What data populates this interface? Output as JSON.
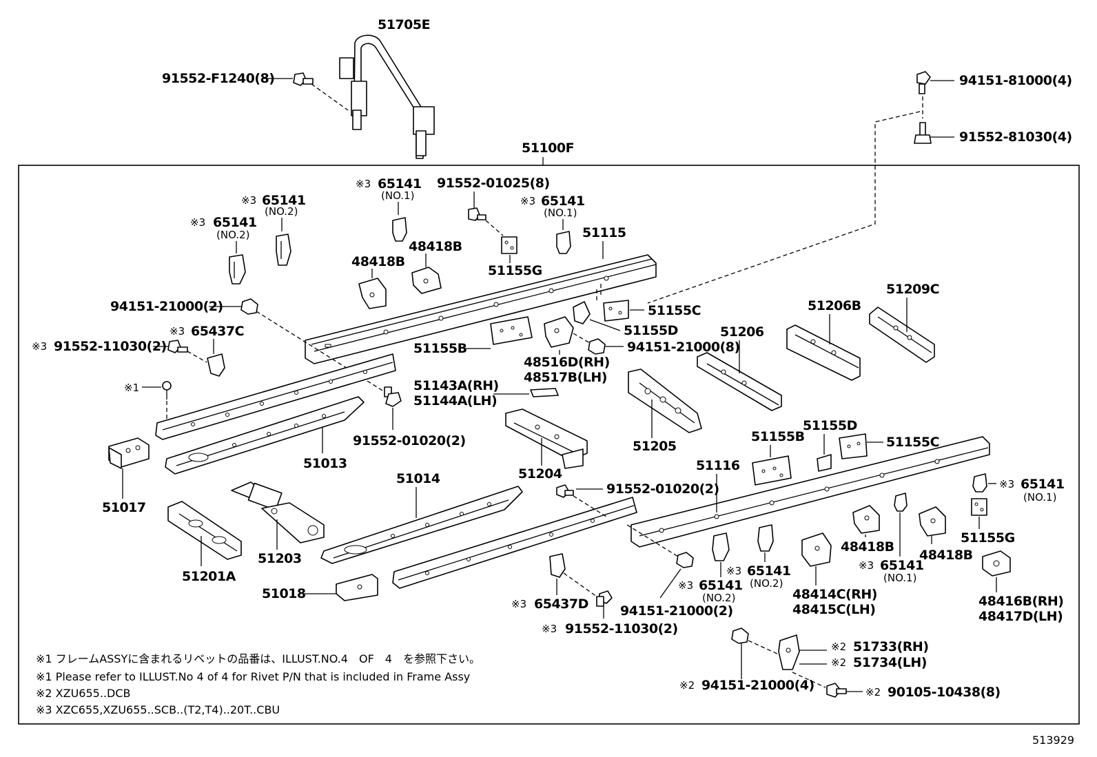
{
  "diagram": {
    "frame_label": "51100F",
    "ref_number": "513929",
    "labels": {
      "l51705E": "51705E",
      "l91552F1240": "91552-F1240(8)",
      "l9415181000": "94151-81000(4)",
      "l9155281030": "91552-81030(4)",
      "l65141_no2_a": "65141",
      "l65141_no2_a_sub": "(NO.2)",
      "l65141_no2_b": "65141",
      "l65141_no2_b_sub": "(NO.2)",
      "l65141_no1_a": "65141",
      "l65141_no1_a_sub": "(NO.1)",
      "l9155201025": "91552-01025(8)",
      "l65141_no1_b": "65141",
      "l65141_no1_b_sub": "(NO.1)",
      "l51115": "51115",
      "l48418B_a": "48418B",
      "l48418B_b": "48418B",
      "l51155G_a": "51155G",
      "l9415121000_a": "94151-21000(2)",
      "l51155C_a": "51155C",
      "l51155D_a": "51155D",
      "l65437C": "65437C",
      "l9155211030_a": "91552-11030(2)",
      "l51155B_a": "51155B",
      "l9415121000_b": "94151-21000(8)",
      "l48516D": "48516D(RH)",
      "l48517B": "48517B(LH)",
      "l51209C": "51209C",
      "l51206B": "51206B",
      "l51206": "51206",
      "l51143A": "51143A(RH)",
      "l51144A": "51144A(LH)",
      "l9155201020_a": "91552-01020(2)",
      "l51013": "51013",
      "l51205": "51205",
      "l51155B_b": "51155B",
      "l51155D_b": "51155D",
      "l51155C_b": "51155C",
      "l51017": "51017",
      "l51204": "51204",
      "l51116": "51116",
      "l51014": "51014",
      "l9155201020_b": "91552-01020(2)",
      "l65141_no1_c": "65141",
      "l65141_no1_c_sub": "(NO.1)",
      "l51203": "51203",
      "l51201A": "51201A",
      "l48418B_c": "48418B",
      "l48418B_d": "48418B",
      "l65141_no1_d": "65141",
      "l65141_no1_d_sub": "(NO.1)",
      "l51155G_b": "51155G",
      "l65141_no2_c": "65141",
      "l65141_no2_c_sub": "(NO.2)",
      "l65141_no2_d": "65141",
      "l65141_no2_d_sub": "(NO.2)",
      "l48414C": "48414C(RH)",
      "l48415C": "48415C(LH)",
      "l48416B": "48416B(RH)",
      "l48417D": "48417D(LH)",
      "l51018": "51018",
      "l65437D": "65437D",
      "l9415121000_c": "94151-21000(2)",
      "l9155211030_b": "91552-11030(2)",
      "l51733": "51733(RH)",
      "l51734": "51734(LH)",
      "l9415121000_d": "94151-21000(4)",
      "l9010510438": "90105-10438(8)"
    },
    "marks": {
      "m1": "※1",
      "m2": "※2",
      "m3": "※3"
    },
    "notes": [
      "※1 フレームASSYに含まれるリベットの品番は、ILLUST.NO.4　OF　4　を参照下さい。",
      "※1 Please refer to ILLUST.No 4 of 4 for Rivet P/N that is included in Frame Assy",
      "※2 XZU655..DCB",
      "※3 XZC655,XZU655..SCB..(T2,T4)..20T..CBU"
    ]
  }
}
